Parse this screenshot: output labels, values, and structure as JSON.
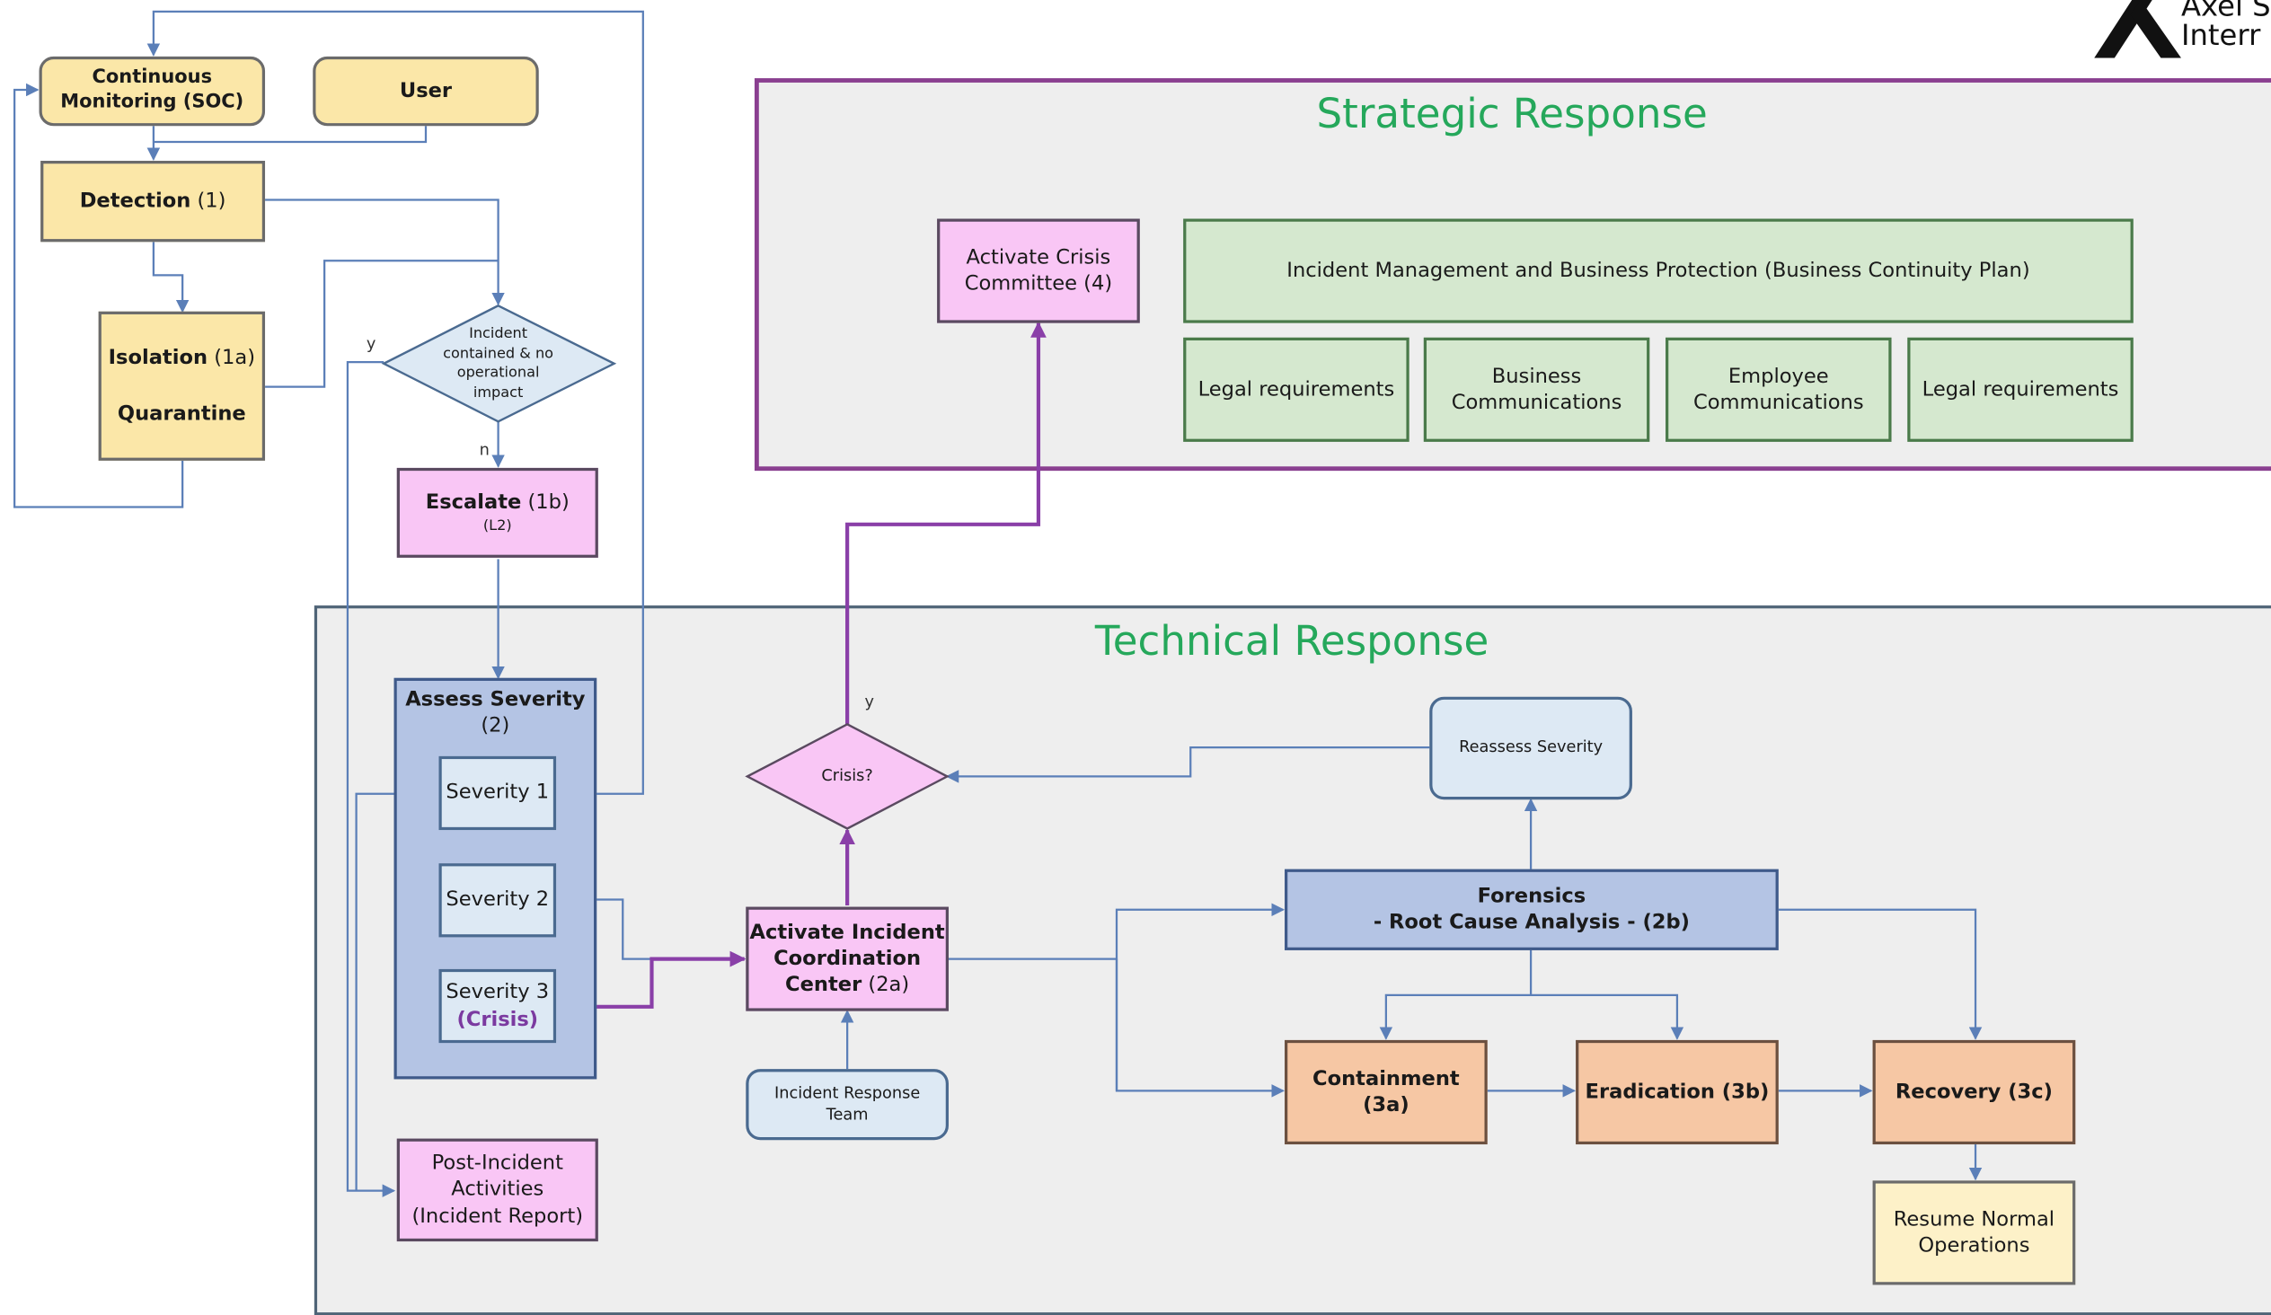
{
  "brand": {
    "line1": "Axel S",
    "line2": "Interr"
  },
  "regions": {
    "strategic": {
      "title": "Strategic Response"
    },
    "technical": {
      "title": "Technical Response"
    }
  },
  "nodes": {
    "continuous_monitoring": {
      "line1": "Continuous",
      "line2": "Monitoring (SOC)"
    },
    "user": {
      "label": "User"
    },
    "detection": {
      "bold": "Detection",
      "rest": " (1)"
    },
    "isolation": {
      "bold": "Isolation",
      "rest": " (1a)",
      "line2": "Quarantine"
    },
    "incident_contained": {
      "line1": "Incident",
      "line2": "contained & no",
      "line3": "operational",
      "line4": "impact"
    },
    "escalate": {
      "bold": "Escalate",
      "rest": " (1b)",
      "sub": "(L2)"
    },
    "assess_severity": {
      "bold": "Assess Severity",
      "rest": " (2)"
    },
    "severity1": {
      "label": "Severity 1"
    },
    "severity2": {
      "label": "Severity 2"
    },
    "severity3": {
      "label": "Severity 3",
      "sub": "(Crisis)"
    },
    "post_incident": {
      "line1": "Post-Incident",
      "line2": "Activities",
      "line3": "(Incident Report)"
    },
    "crisis": {
      "label": "Crisis?"
    },
    "activate_icc": {
      "line1": "Activate Incident",
      "line2": "Coordination",
      "line3_bold": "Center",
      "line3_rest": " (2a)"
    },
    "irt": {
      "line1": "Incident Response",
      "line2": "Team"
    },
    "activate_crisis": {
      "line1": "Activate Crisis",
      "line2": "Committee (4)"
    },
    "incident_mgmt": {
      "label": "Incident Management and Business Protection (Business Continuity Plan)"
    },
    "legal1": {
      "label": "Legal requirements"
    },
    "business_comms": {
      "line1": "Business",
      "line2": "Communications"
    },
    "employee_comms": {
      "line1": "Employee",
      "line2": "Communications"
    },
    "legal2": {
      "label": "Legal requirements"
    },
    "reassess": {
      "label": "Reassess Severity"
    },
    "forensics": {
      "line1": "Forensics",
      "line2": "- Root Cause Analysis - (2b)"
    },
    "containment": {
      "label": "Containment (3a)"
    },
    "eradication": {
      "label": "Eradication (3b)"
    },
    "recovery": {
      "label": "Recovery (3c)"
    },
    "resume": {
      "line1": "Resume Normal",
      "line2": "Operations"
    }
  },
  "edge_labels": {
    "y_left": "y",
    "n": "n",
    "y_crisis": "y"
  },
  "colors": {
    "link_blue": "#5b7fb8",
    "link_purple": "#8a3fa8",
    "strategic_border": "#8a3f90",
    "technical_border": "#4f6477",
    "title_green": "#25a85b"
  }
}
